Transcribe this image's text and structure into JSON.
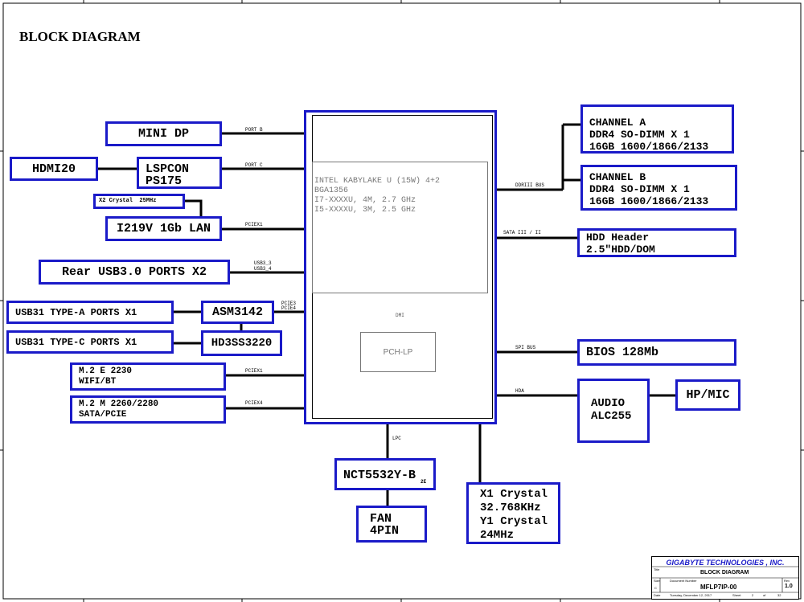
{
  "title": "BLOCK DIAGRAM",
  "colors": {
    "block_border": "#1a1ac8",
    "wire": "#000000"
  },
  "cpu": {
    "lines": [
      "INTEL KABYLAKE U (15W) 4+2",
      "BGA1356",
      "I7-XXXXU, 4M, 2.7 GHz",
      "I5-XXXXU, 3M, 2.5 GHz"
    ],
    "pch": "PCH-LP",
    "dmi": "DMI"
  },
  "blocks": {
    "mini_dp": "MINI DP",
    "hdmi": "HDMI20",
    "lspcon": "LSPCON\nPS175",
    "x2_crystal": "X2 Crystal  25MHz",
    "lan": "I219V 1Gb LAN",
    "rear_usb": "Rear USB3.0 PORTS X2",
    "usb_a": "USB31 TYPE-A PORTS X1",
    "usb_c": "USB31 TYPE-C PORTS X1",
    "asm": "ASM3142",
    "hd3": "HD3SS3220",
    "m2e": "M.2 E 2230\nWIFI/BT",
    "m2m": "M.2 M 2260/2280\nSATA/PCIE",
    "ch_a": "CHANNEL A\nDDR4 SO-DIMM X 1\n16GB 1600/1866/2133",
    "ch_b": "CHANNEL B\nDDR4 SO-DIMM X 1\n16GB 1600/1866/2133",
    "hdd": "HDD Header\n2.5\"HDD/DOM",
    "bios": "BIOS 128Mb",
    "audio": "AUDIO\nALC255",
    "hpmic": "HP/MIC",
    "nct": "NCT5532Y-B",
    "nct_sub": "2E",
    "fan": "FAN\n4PIN",
    "crystal": "X1 Crystal\n32.768KHz\nY1 Crystal\n24MHz"
  },
  "bus_labels": {
    "port_b": "PORT B",
    "port_c": "PORT C",
    "pciex1_lan": "PCIEX1",
    "usb3_3": "USB3_3",
    "usb3_4": "USB3_4",
    "pcie3": "PCIE3",
    "pcie4": "PCIE4",
    "pciex1_wifi": "PCIEX1",
    "pciex4": "PCIEX4",
    "ddr": "DDRIII BUS",
    "sata": "SATA III / II",
    "spi": "SPI BUS",
    "hda": "HDA",
    "lpc": "LPC"
  },
  "title_block": {
    "company": "GIGABYTE TECHNOLOGIES , INC.",
    "sheet_title": "BLOCK DIAGRAM",
    "doc": "MFLP7IP-00",
    "rev": "1.0",
    "title_label": "Title",
    "size_label": "Size",
    "size_value": "C",
    "docnum_label": "Document Number",
    "rev_label": "Rev",
    "date_label": "Date",
    "date_value": "Tuesday, December 12, 2017",
    "sheet_label": "Sheet",
    "sheet_num": "2",
    "of_label": "of",
    "sheet_total": "32"
  }
}
